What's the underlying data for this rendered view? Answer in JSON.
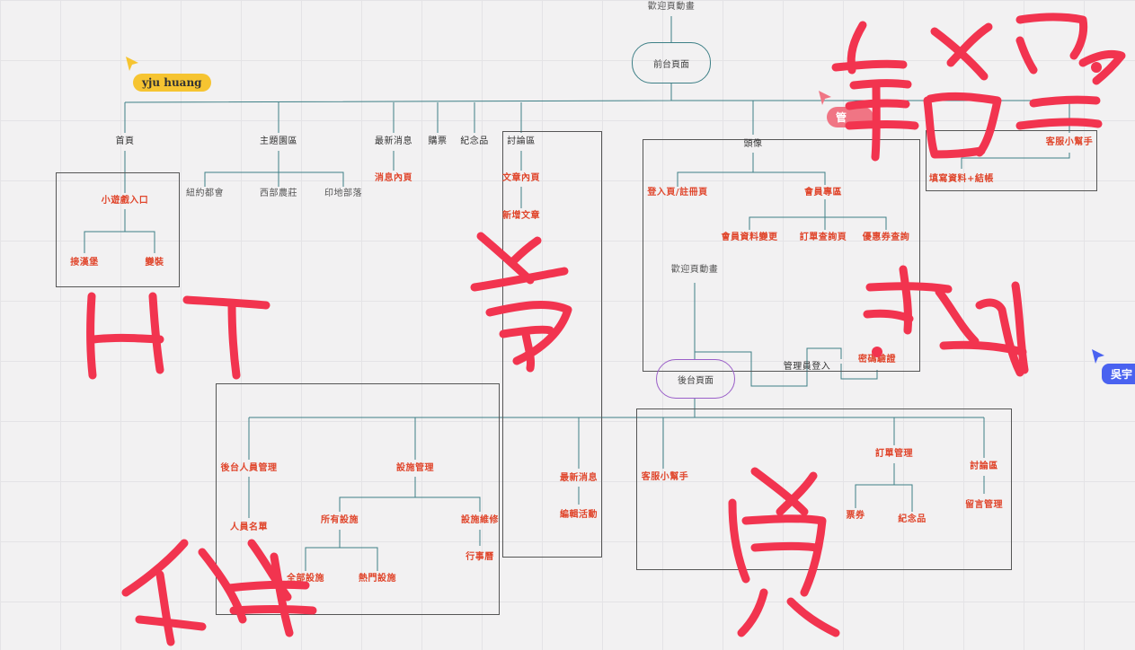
{
  "colors": {
    "line": "#3d7f86",
    "frame": "#555555",
    "red_text": "#e0462c",
    "scribble": "#f2344f",
    "front_pill": "#3d7f86",
    "back_pill": "#9a5ec8",
    "cursor_yellow": "#f6c431",
    "cursor_pink": "#f07584",
    "cursor_blue": "#4a62f0"
  },
  "collaborators": {
    "yju": "yju huang",
    "guan": "管",
    "wu": "吳宇"
  },
  "front": {
    "top_label": "歡迎頁動畫",
    "pill": "前台頁面",
    "home": "首頁",
    "mini_game": "小遊戲入口",
    "hamburger": "接漢堡",
    "dressup": "變裝",
    "themes": "主題園區",
    "newyork": "紐約都會",
    "westfarm": "西部農莊",
    "indian": "印地部落",
    "news": "最新消息",
    "news_page": "消息內頁",
    "tickets": "購票",
    "souvenir": "紀念品",
    "forum": "討論區",
    "article_page": "文章內頁",
    "new_article": "新增文章",
    "avatar": "頭像",
    "login": "登入頁/註冊頁",
    "member": "會員專區",
    "member_edit": "會員資料變更",
    "order_query": "訂單查詢頁",
    "coupon_query": "優惠券查詢",
    "cs_helper": "客服小幫手",
    "fill_checkout": "填寫資料+結帳",
    "welcome_anim2": "歡迎頁動畫",
    "admin_login": "管理員登入",
    "pwd_verify": "密碼驗證"
  },
  "back": {
    "pill": "後台頁面",
    "staff_mgmt": "後台人員管理",
    "staff_list": "人員名單",
    "facility_mgmt": "設施管理",
    "all_facilities": "所有設施",
    "facility_x": "全部設施",
    "hot_facilities": "熱門設施",
    "maintenance": "設施維修",
    "calendar": "行事曆",
    "latest_news": "最新消息",
    "edit_events": "編輯活動",
    "cs_helper": "客服小幫手",
    "order_mgmt": "訂單管理",
    "ticket": "票券",
    "souvenir": "紀念品",
    "forum": "討論區",
    "message_mgmt": "留言管理"
  }
}
